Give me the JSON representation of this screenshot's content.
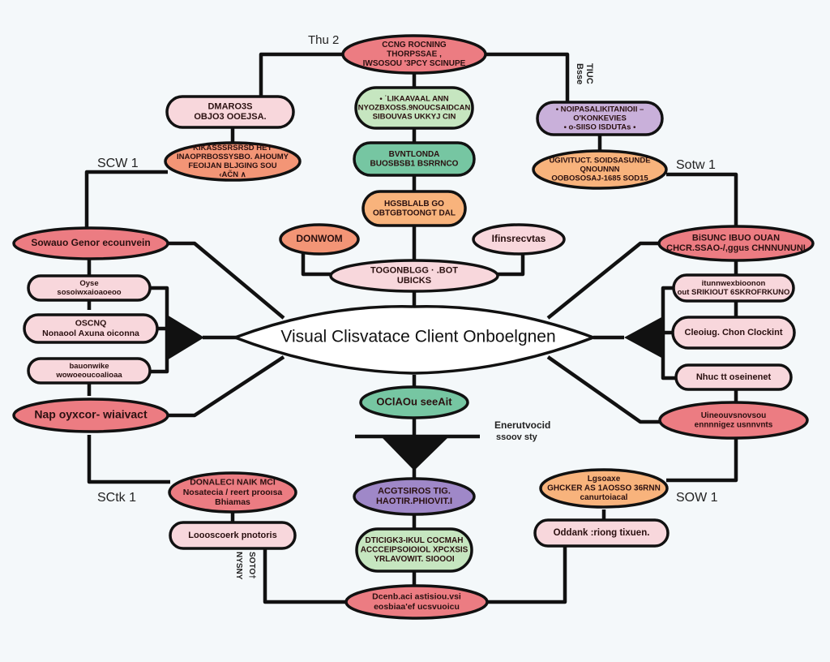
{
  "colors": {
    "background": "#f4f8fa",
    "red": "#ec7c82",
    "pink": "#f8d7dc",
    "salmon": "#f39576",
    "green": "#c6e6c0",
    "teal": "#76c6a2",
    "orange": "#f8b37c",
    "purple": "#c9b0da",
    "violet": "#9f88c8",
    "ink": "#111111"
  },
  "center": {
    "title": "Visual Clisvatace Client Onboelgnen"
  },
  "top": {
    "label": "Thu 2",
    "nodes": [
      {
        "id": "t1",
        "lines": [
          "CCNG ROCNING",
          "THORPSSAE ,",
          "IWSOSOU '3PCY SCINUPE"
        ]
      },
      {
        "id": "t2",
        "lines": [
          "• ˙LIKAAVAAL ANN",
          "NYOZBXOSS.9NOUCSAIDCAN",
          "SIBOUVAS UKKYJ CIN"
        ]
      },
      {
        "id": "t3",
        "lines": [
          "BVNTLONDA",
          "BUOSBSB1 BSRRNCO"
        ]
      },
      {
        "id": "t4",
        "lines": [
          "HGSBLALB GO",
          "OBTGBTOONGT DAL"
        ]
      },
      {
        "id": "t5",
        "lines": [
          "TOGONBLGG · .BOT",
          "UBICKS"
        ]
      },
      {
        "id": "t6",
        "lines": [
          "DONWOM"
        ]
      },
      {
        "id": "t7",
        "lines": [
          "Ifinsrecvtas"
        ]
      }
    ]
  },
  "top_left": {
    "label": "SCW 1",
    "nodes": [
      {
        "id": "tl1",
        "lines": [
          "DMARO3S",
          "OBJO3 OOEJSA."
        ]
      },
      {
        "id": "tl2",
        "lines": [
          "KIKASSSRSRSD HEY",
          "INAOPRBOSSYSBO. AHOUMY",
          "FEOIJAN BLJGING SOU",
          "‹AC̃N ∧"
        ]
      }
    ]
  },
  "top_right": {
    "label": "Sotw 1",
    "vertical_label": [
      "Bsse",
      "TIUC"
    ],
    "nodes": [
      {
        "id": "tr1",
        "lines": [
          "• NOIPASALIKITANIOII –",
          "O'KONKEVIES",
          "• o-SIISO ISDUTAs •"
        ]
      },
      {
        "id": "tr2",
        "lines": [
          "UGIVITUCT. SOIDSASUNDE",
          "QNOUNNN",
          "OOBOSOSAJ-1685 SOD15"
        ]
      }
    ]
  },
  "left": {
    "nodes": [
      {
        "id": "l1",
        "lines": [
          "Sowauo Genor ecounvein"
        ]
      },
      {
        "id": "l2",
        "lines": [
          "Oyse",
          "sosoiwxaioaoeoo"
        ]
      },
      {
        "id": "l3",
        "lines": [
          "OSCNQ",
          "Nonaool Axuna  oiconna"
        ]
      },
      {
        "id": "l4",
        "lines": [
          "bauonwike",
          "wowoeoucoalioaa"
        ]
      },
      {
        "id": "l5",
        "lines": [
          "Nap oyxcor- wiaivact"
        ]
      }
    ]
  },
  "right": {
    "nodes": [
      {
        "id": "r1",
        "lines": [
          "BiSUNC IBUO OUAN",
          "CHCR.SSAO-/,ggus CHNNUNUNI"
        ]
      },
      {
        "id": "r2",
        "lines": [
          "itunnwexbioonon",
          "out SRIKIOUT 6SKROFRKUNO"
        ]
      },
      {
        "id": "r3",
        "lines": [
          "Cleoiug. Chon Clockint"
        ]
      },
      {
        "id": "r4",
        "lines": [
          "Nhuc tt oseinenet"
        ]
      },
      {
        "id": "r5",
        "lines": [
          "Uineouvsnovsou",
          "ennnnigez usnnvnts"
        ]
      }
    ]
  },
  "bottom": {
    "side_label": [
      "Enerutvocid",
      "ssoov sty"
    ],
    "nodes": [
      {
        "id": "b1",
        "lines": [
          "OClAOu seeAit"
        ]
      },
      {
        "id": "b2",
        "lines": [
          "ACGTSIROS TIG.",
          "HAOTIR.PHIOVIT.I"
        ]
      },
      {
        "id": "b3",
        "lines": [
          "DTICIGK3-IKUL COCMAH",
          "ACCCEIPSOIOIOL XPCXSIS",
          "YRLAVOWIT. SIOOOI"
        ]
      },
      {
        "id": "b4",
        "lines": [
          "Dcenb.aci astisiou.vsi",
          "eosbiaa'ef ucsvuoicu"
        ]
      }
    ]
  },
  "bottom_left": {
    "label": "SCtk 1",
    "vertical_label": [
      "NYSNY",
      "SOTO†"
    ],
    "nodes": [
      {
        "id": "bl1",
        "lines": [
          "DONALECI NAIK MCI",
          "Nosatecia / reert prooısa",
          "Bhiamas"
        ]
      },
      {
        "id": "bl2",
        "lines": [
          "Loooscoerk pnotoris"
        ]
      }
    ]
  },
  "bottom_right": {
    "label": "SOW 1",
    "nodes": [
      {
        "id": "br1",
        "lines": [
          "Lgsoaxe",
          "GHCKER AS 1AOSSO 36RNN",
          "canurtoiacal"
        ]
      },
      {
        "id": "br2",
        "lines": [
          "Oddank :riong tixuen."
        ]
      }
    ]
  }
}
